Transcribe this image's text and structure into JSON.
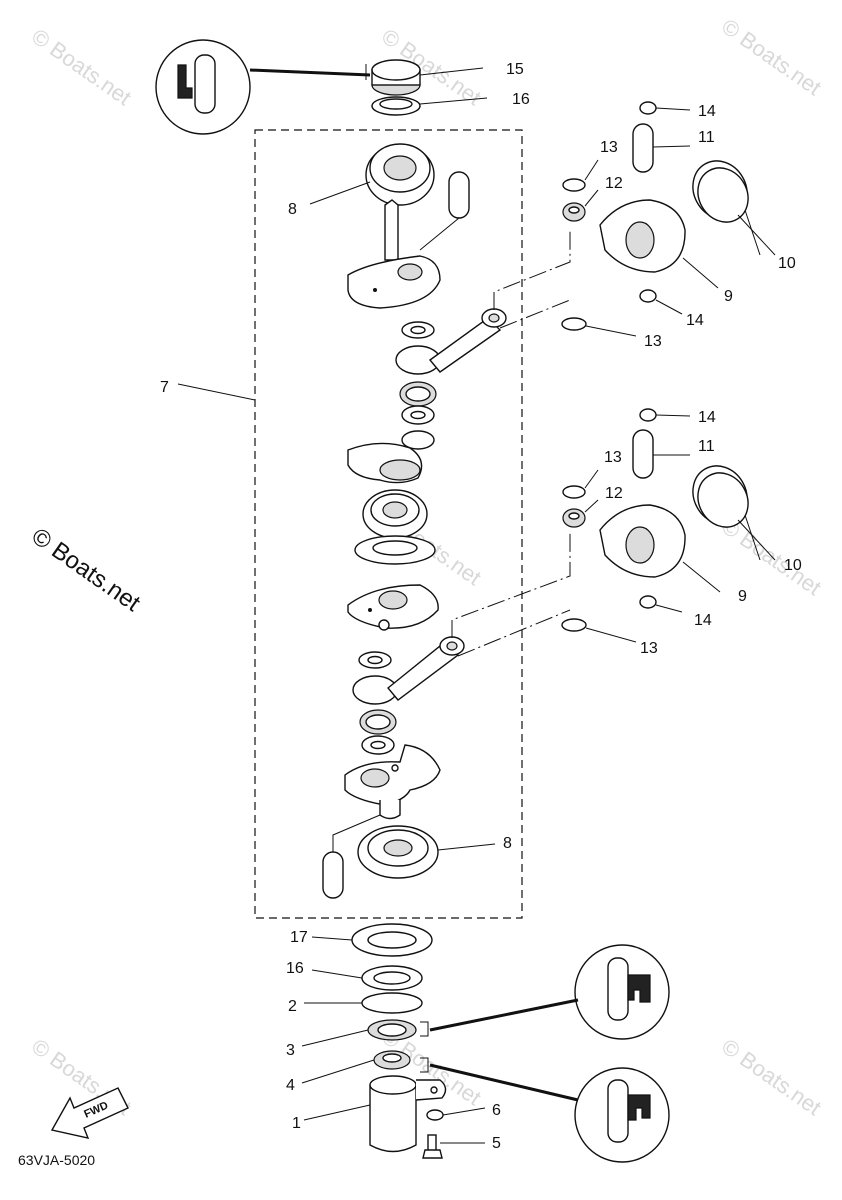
{
  "diagram": {
    "code": "63VJA-5020",
    "watermark_main": "© Boats.net",
    "watermark_faint": "© Boats.net",
    "fwd_label": "FWD",
    "callouts": {
      "c1": "1",
      "c2": "2",
      "c3": "3",
      "c4": "4",
      "c5": "5",
      "c6": "6",
      "c7": "7",
      "c8a": "8",
      "c8b": "8",
      "c9a": "9",
      "c9b": "9",
      "c10a": "10",
      "c10b": "10",
      "c11a": "11",
      "c11b": "11",
      "c12a": "12",
      "c12b": "12",
      "c13a": "13",
      "c13b": "13",
      "c13c": "13",
      "c13d": "13",
      "c14a": "14",
      "c14b": "14",
      "c14c": "14",
      "c14d": "14",
      "c15": "15",
      "c16a": "16",
      "c16b": "16",
      "c17": "17"
    }
  }
}
